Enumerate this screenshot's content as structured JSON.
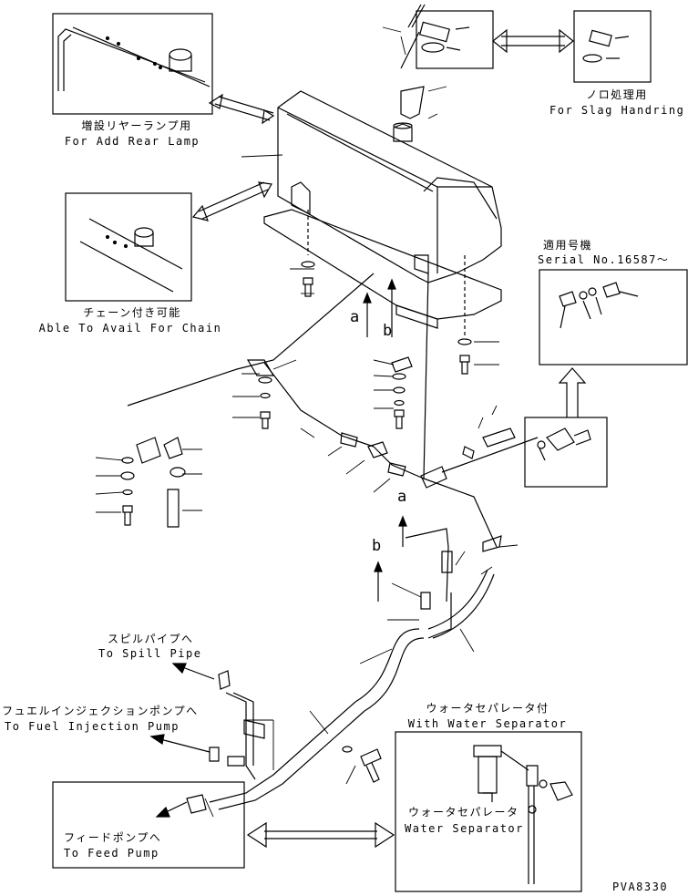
{
  "labels": {
    "rear_lamp_jp": "増設リヤーランプ用",
    "rear_lamp_en": "For Add Rear Lamp",
    "chain_jp": "チェーン付き可能",
    "chain_en": "Able To Avail For Chain",
    "slag_jp": "ノロ処理用",
    "slag_en": "For Slag Handring",
    "serial_jp": "適用号機",
    "serial_en": "Serial No.16587～",
    "spill_jp": "スピルパイプへ",
    "spill_en": "To Spill Pipe",
    "injection_jp": "フュエルインジェクションポンプへ",
    "injection_en": "To Fuel Injection Pump",
    "feed_jp": "フィードポンプへ",
    "feed_en": "To Feed Pump",
    "with_sep_jp": "ウォータセパレータ付",
    "with_sep_en": "With Water Separator",
    "sep_jp": "ウォータセパレータ",
    "sep_en": "Water Separator",
    "arrow_a": "a",
    "arrow_b": "b",
    "drawing_code": "PVA8330"
  }
}
